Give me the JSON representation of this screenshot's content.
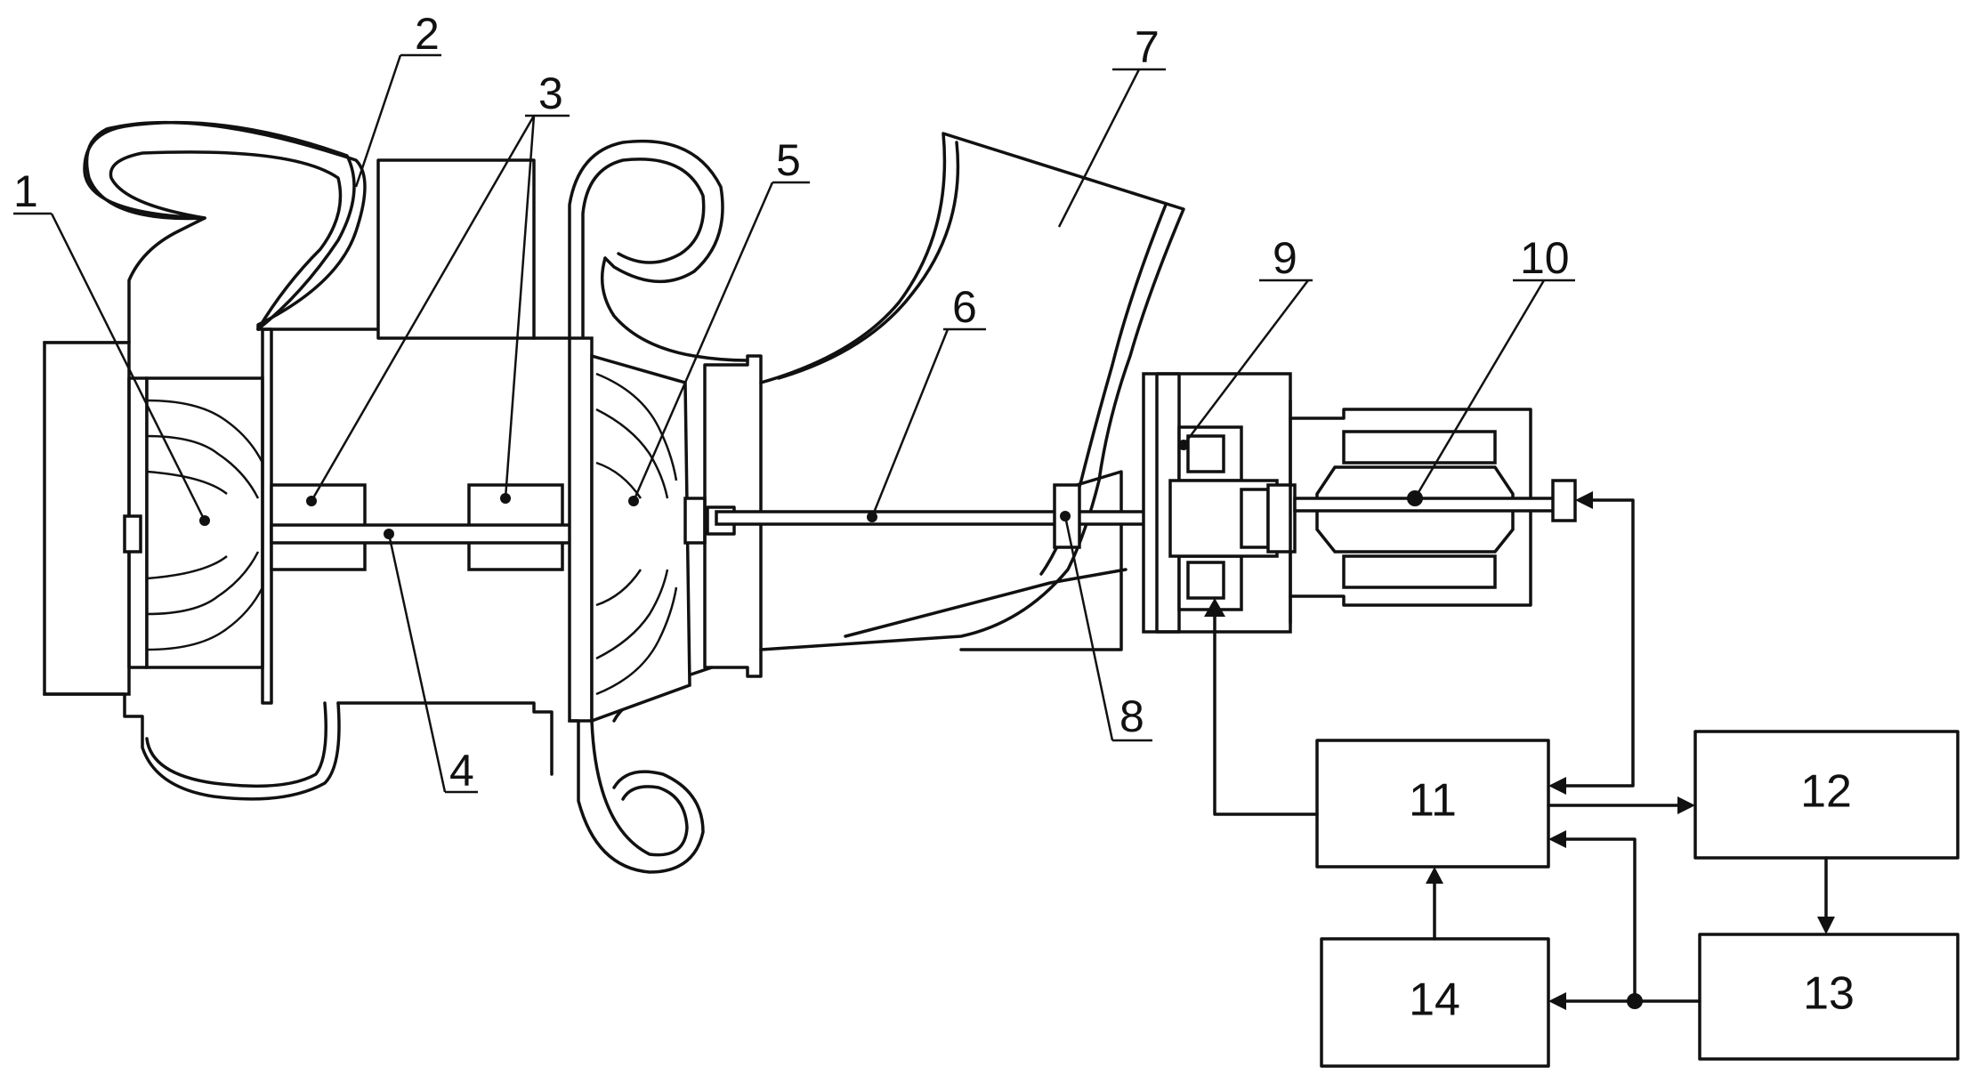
{
  "labels": {
    "l1": "1",
    "l2": "2",
    "l3": "3",
    "l4": "4",
    "l5": "5",
    "l6": "6",
    "l7": "7",
    "l8": "8",
    "l9": "9",
    "l10": "10"
  },
  "blocks": {
    "b11": "11",
    "b12": "12",
    "b13": "13",
    "b14": "14"
  }
}
